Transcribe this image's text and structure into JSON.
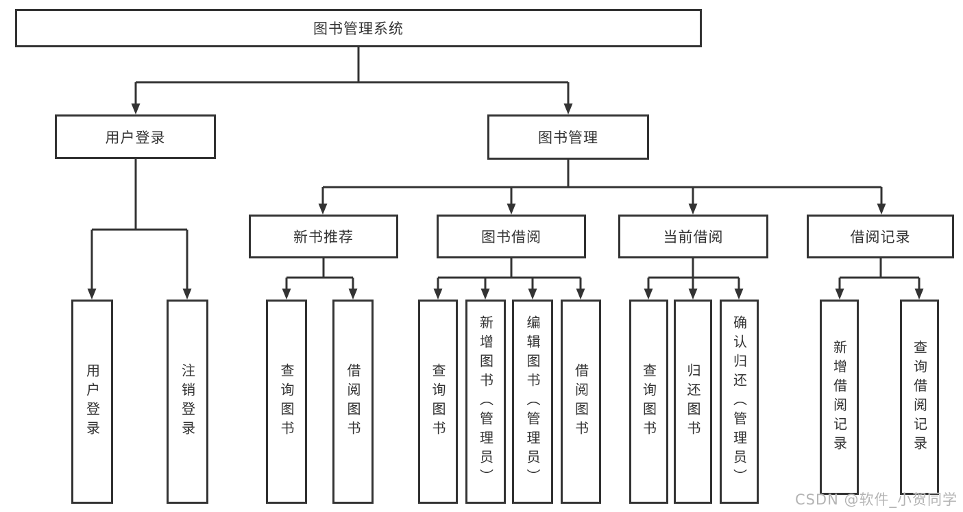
{
  "diagram": {
    "type": "hierarchy-flowchart",
    "root": {
      "label": "图书管理系统"
    },
    "level2": [
      {
        "id": "user-login",
        "label": "用户登录"
      },
      {
        "id": "book-management",
        "label": "图书管理"
      }
    ],
    "level3": [
      {
        "id": "new-book-recommend",
        "parent": "图书管理",
        "label": "新书推荐"
      },
      {
        "id": "book-borrow",
        "parent": "图书管理",
        "label": "图书借阅"
      },
      {
        "id": "current-borrow",
        "parent": "图书管理",
        "label": "当前借阅"
      },
      {
        "id": "borrow-records",
        "parent": "图书管理",
        "label": "借阅记录"
      }
    ],
    "leaves": [
      {
        "parent": "用户登录",
        "label": "用户登录"
      },
      {
        "parent": "用户登录",
        "label": "注销登录"
      },
      {
        "parent": "新书推荐",
        "label": "查询图书"
      },
      {
        "parent": "新书推荐",
        "label": "借阅图书"
      },
      {
        "parent": "图书借阅",
        "label": "查询图书"
      },
      {
        "parent": "图书借阅",
        "label": "新增图书（管理员）"
      },
      {
        "parent": "图书借阅",
        "label": "编辑图书（管理员）"
      },
      {
        "parent": "图书借阅",
        "label": "借阅图书"
      },
      {
        "parent": "当前借阅",
        "label": "查询图书"
      },
      {
        "parent": "当前借阅",
        "label": "归还图书"
      },
      {
        "parent": "当前借阅",
        "label": "确认归还（管理员）"
      },
      {
        "parent": "借阅记录",
        "label": "新增借阅记录"
      },
      {
        "parent": "借阅记录",
        "label": "查询借阅记录"
      }
    ]
  },
  "watermark": {
    "text": "CSDN @软件_小贺同学"
  },
  "colors": {
    "line": "#333333",
    "text": "#333333",
    "box_background": "#ffffff",
    "page_background": "#ffffff",
    "watermark": "#b4b4b4"
  }
}
